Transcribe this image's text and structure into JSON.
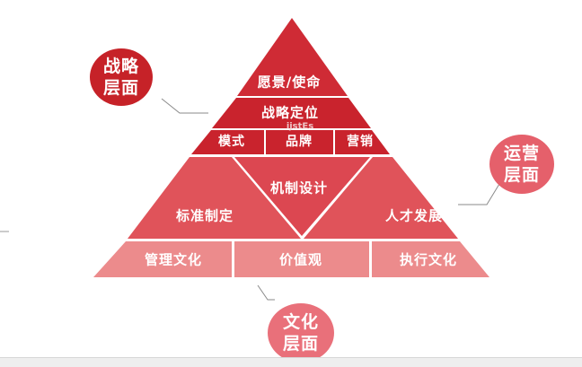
{
  "colors": {
    "dark_red": "#c7242e",
    "mid_red": "#e0535a",
    "light_red": "#ec8b8c",
    "top_red": "#cf2b35",
    "circle_dark": "#c62228",
    "circle_light": "#e9707a",
    "connector": "#8a8a8a"
  },
  "pyramid": {
    "vision": "愿景/使命",
    "strategy": "战略定位",
    "model": "模式",
    "brand": "品牌",
    "marketing": "营销",
    "mechanism": "机制设计",
    "standards": "标准制定",
    "talent": "人才发展",
    "management_culture": "管理文化",
    "values": "价值观",
    "execution_culture": "执行文化",
    "watermark": "ijstEs"
  },
  "levels": {
    "strategic": [
      "战略",
      "层面"
    ],
    "operational": [
      "运营",
      "层面"
    ],
    "cultural": [
      "文化",
      "层面"
    ]
  }
}
